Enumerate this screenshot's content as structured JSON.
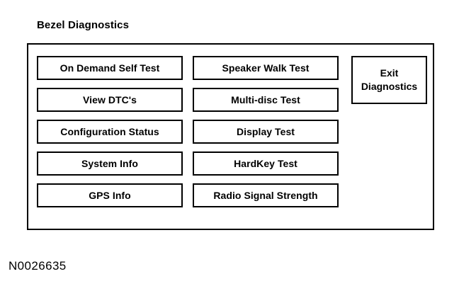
{
  "page": {
    "title": "Bezel Diagnostics",
    "reference_code": "N0026635",
    "background_color": "#ffffff",
    "line_color": "#000000"
  },
  "panel": {
    "columns": [
      {
        "name": "left-column",
        "buttons": [
          {
            "label": "On Demand Self Test"
          },
          {
            "label": "View DTC's"
          },
          {
            "label": "Configuration Status"
          },
          {
            "label": "System Info"
          },
          {
            "label": "GPS Info"
          }
        ]
      },
      {
        "name": "right-column",
        "buttons": [
          {
            "label": "Speaker Walk Test"
          },
          {
            "label": "Multi-disc Test"
          },
          {
            "label": "Display Test"
          },
          {
            "label": "HardKey Test"
          },
          {
            "label": "Radio Signal Strength"
          }
        ]
      }
    ],
    "exit_button": {
      "line1": "Exit",
      "line2": "Diagnostics"
    }
  }
}
